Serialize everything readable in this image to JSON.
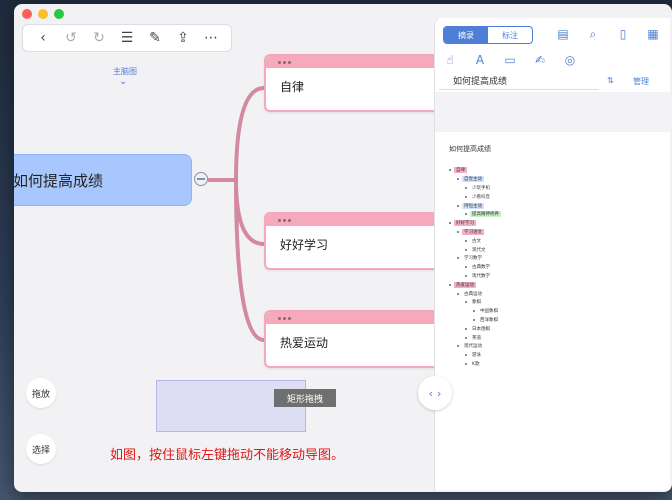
{
  "toolbar": {
    "icons": [
      "chevron-left-icon",
      "undo-icon",
      "redo-icon",
      "list-icon",
      "edit-icon",
      "share-icon",
      "more-icon"
    ]
  },
  "canvas": {
    "theme_label": "主脑图",
    "root_topic": "如何提高成绩",
    "children": [
      "自律",
      "好好学习",
      "热爱运动"
    ],
    "drag_button": "拖放",
    "select_button": "选择",
    "rect_drag_tip": "矩形拖拽",
    "caption": "如图，按住鼠标左键拖动不能移动导图。"
  },
  "panel": {
    "tabs": [
      "摘录",
      "标注"
    ],
    "active_tab": "摘录",
    "doc_title": "如何提高成绩",
    "manage_label": "管理",
    "outline_title": "如何提高成绩",
    "outline": [
      {
        "level": 0,
        "text": "自律",
        "hl": "#f6b0c6"
      },
      {
        "level": 1,
        "text": "自觉主动",
        "hl": "#cfe1ff"
      },
      {
        "level": 2,
        "text": "少玩手机",
        "hl": ""
      },
      {
        "level": 2,
        "text": "少看抖音",
        "hl": ""
      },
      {
        "level": 1,
        "text": "持恒主动",
        "hl": "#cfe1ff"
      },
      {
        "level": 2,
        "text": "提高精神修养",
        "hl": "#c8f0c8"
      },
      {
        "level": 0,
        "text": "好好学习",
        "hl": "#f6b0c6"
      },
      {
        "level": 1,
        "text": "学习语文",
        "hl": "#f6b0c6"
      },
      {
        "level": 2,
        "text": "古文",
        "hl": ""
      },
      {
        "level": 2,
        "text": "现代文",
        "hl": ""
      },
      {
        "level": 1,
        "text": "学习数学",
        "hl": ""
      },
      {
        "level": 2,
        "text": "古典数学",
        "hl": ""
      },
      {
        "level": 2,
        "text": "现代数学",
        "hl": ""
      },
      {
        "level": 0,
        "text": "热爱运动",
        "hl": "#f6b0c6"
      },
      {
        "level": 1,
        "text": "古典运动",
        "hl": ""
      },
      {
        "level": 2,
        "text": "象棋",
        "hl": ""
      },
      {
        "level": 3,
        "text": "中国象棋",
        "hl": ""
      },
      {
        "level": 3,
        "text": "西洋象棋",
        "hl": ""
      },
      {
        "level": 2,
        "text": "日本围棋",
        "hl": ""
      },
      {
        "level": 2,
        "text": "茶道",
        "hl": ""
      },
      {
        "level": 1,
        "text": "现代运动",
        "hl": ""
      },
      {
        "level": 2,
        "text": "游泳",
        "hl": ""
      },
      {
        "level": 2,
        "text": "K歌",
        "hl": ""
      }
    ]
  },
  "colors": {
    "accent": "#4f7ed6",
    "root_fill": "#a8c7ff",
    "child_border": "#f4a8bd",
    "link": "#d38aa0",
    "caption": "#e01515"
  }
}
